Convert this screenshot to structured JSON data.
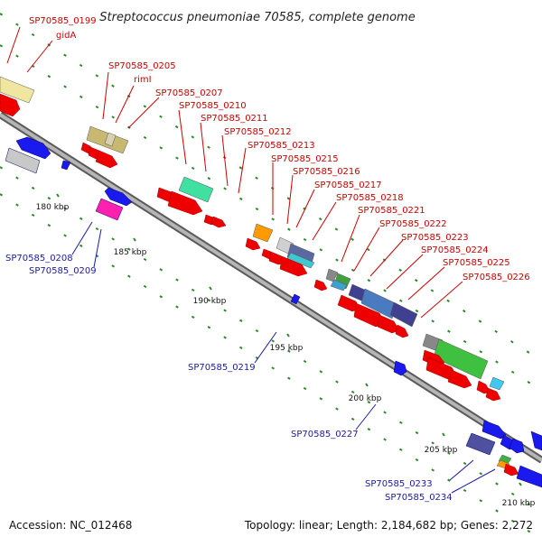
{
  "title": "Streptococcus pneumoniae 70585, complete genome",
  "footer": {
    "accession": "Accession: NC_012468",
    "summary": "Topology: linear; Length: 2,184,682 bp; Genes: 2,272"
  },
  "colors": {
    "forward_label": "#cc0000",
    "reverse_label": "#1a1aa6",
    "backbone": "#8c8c8c",
    "tick": "#2a8a2a"
  },
  "ticks": [
    "180 kbp",
    "185 kbp",
    "190 kbp",
    "195 kbp",
    "200 kbp",
    "205 kbp",
    "210 kbp"
  ],
  "labels_forward": [
    "SP70585_0199",
    "gidA",
    "SP70585_0205",
    "rimI",
    "SP70585_0207",
    "SP70585_0210",
    "SP70585_0211",
    "SP70585_0212",
    "SP70585_0213",
    "SP70585_0215",
    "SP70585_0216",
    "SP70585_0217",
    "SP70585_0218",
    "SP70585_0221",
    "SP70585_0222",
    "SP70585_0223",
    "SP70585_0224",
    "SP70585_0225",
    "SP70585_0226"
  ],
  "labels_reverse": [
    "SP70585_0208",
    "SP70585_0209",
    "SP70585_0219",
    "SP70585_0227",
    "SP70585_0233",
    "SP70585_0234"
  ]
}
